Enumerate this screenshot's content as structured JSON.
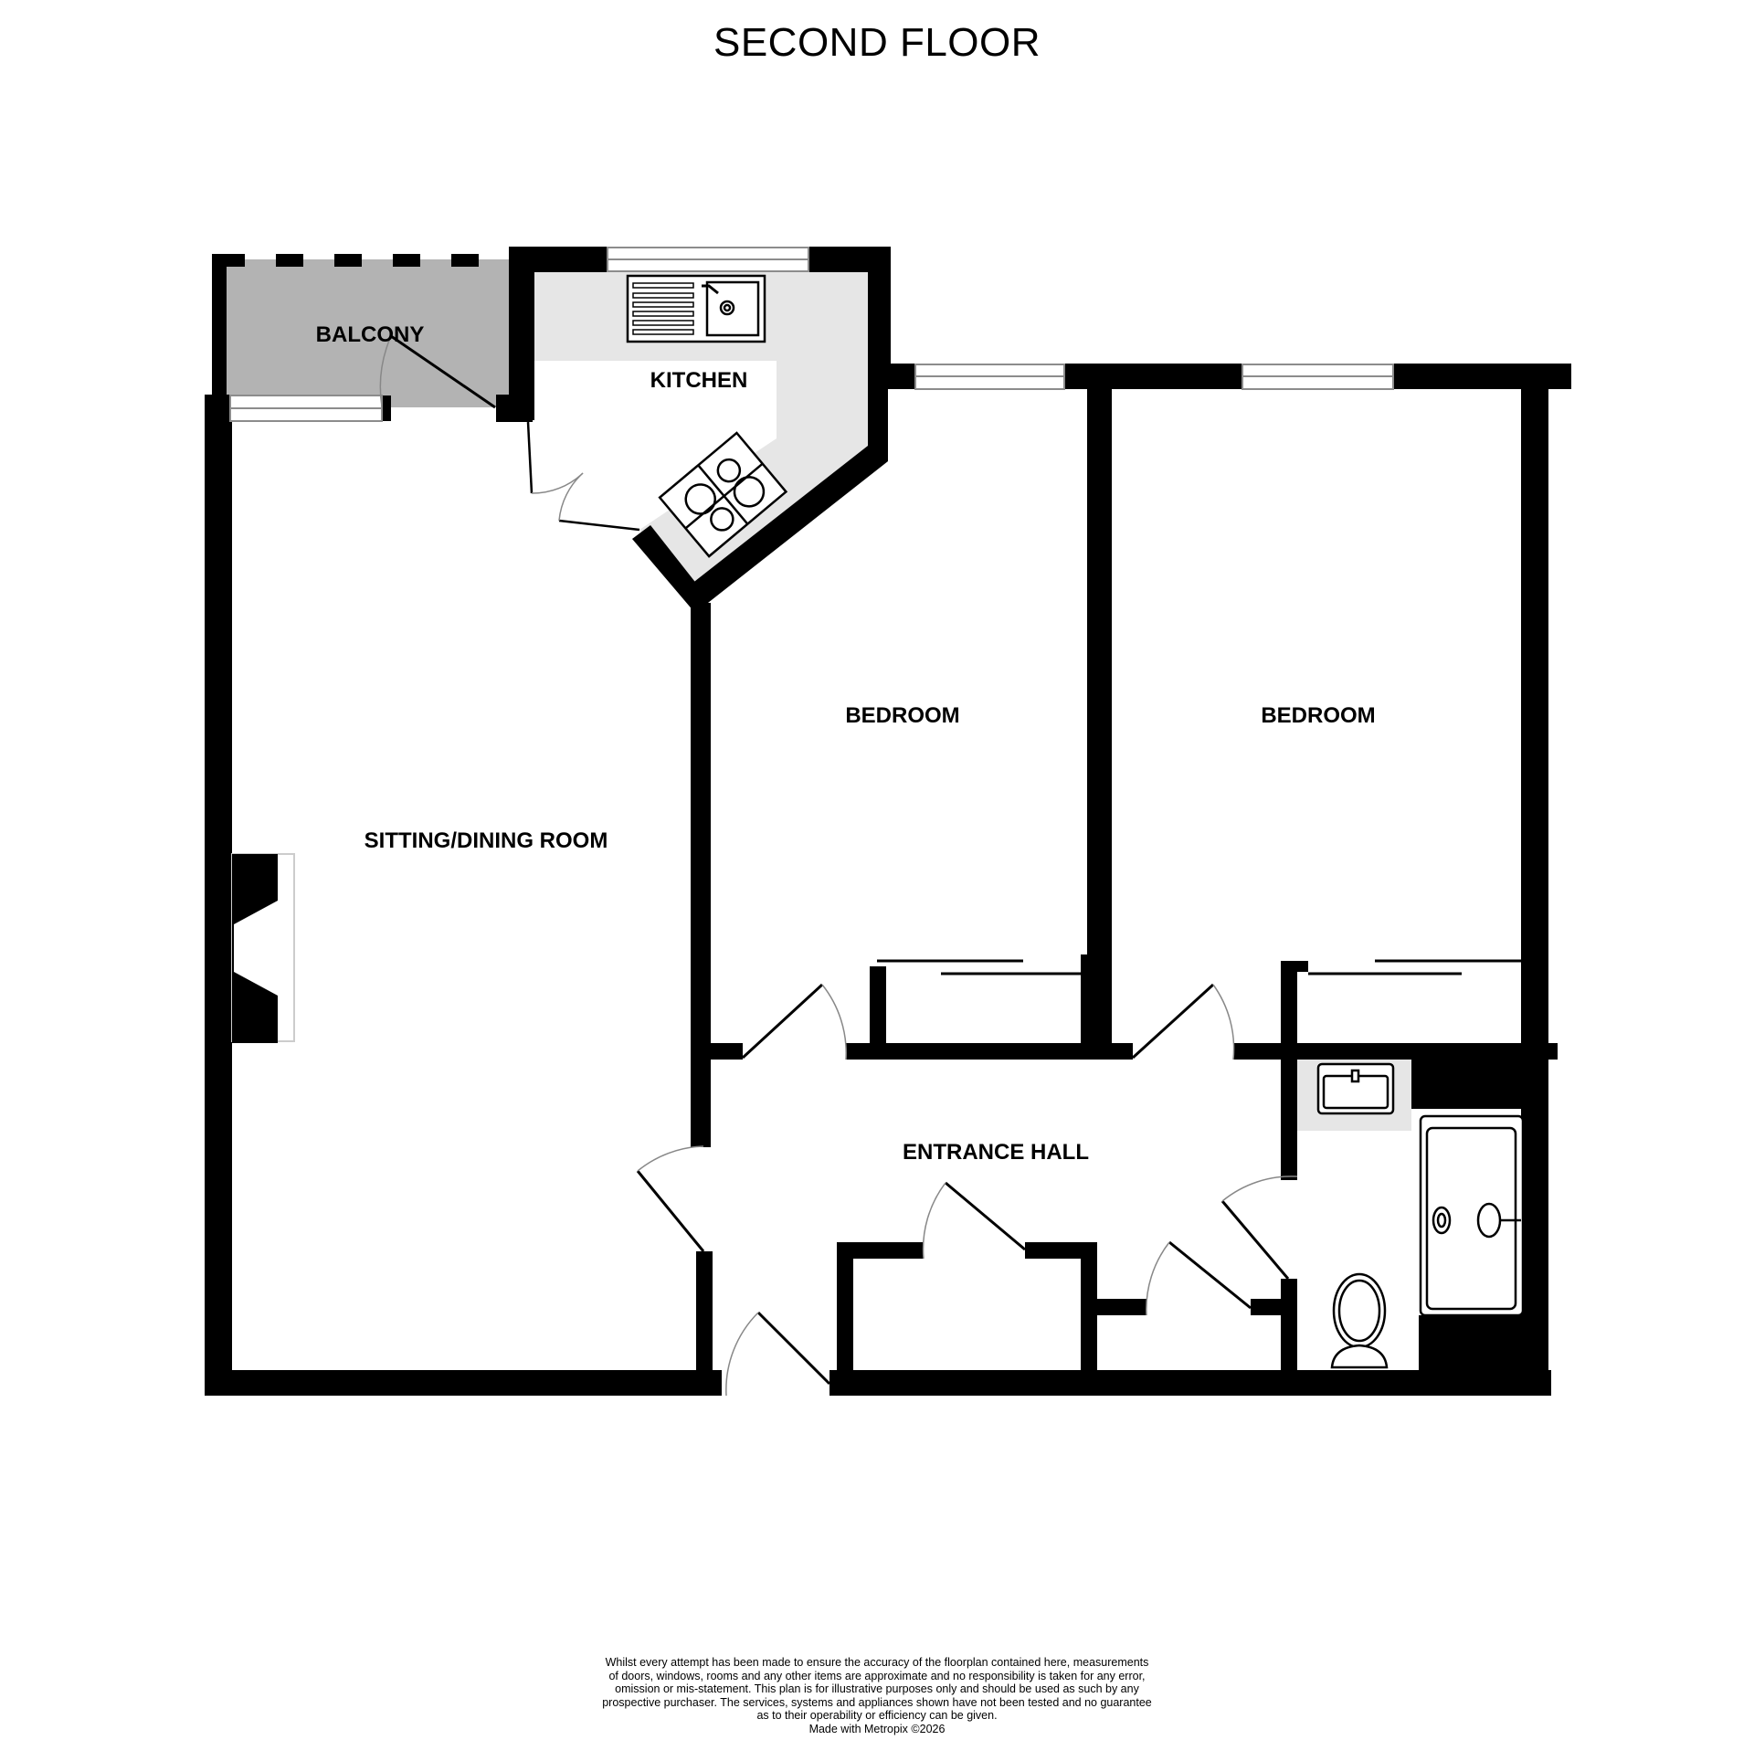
{
  "title": "SECOND FLOOR",
  "rooms": {
    "balcony": "BALCONY",
    "kitchen": "KITCHEN",
    "sitting_dining": "SITTING/DINING ROOM",
    "bedroom_1": "BEDROOM",
    "bedroom_2": "BEDROOM",
    "entrance_hall": "ENTRANCE HALL"
  },
  "fixtures": [
    "sink-icon",
    "hob-icon",
    "fireplace-icon",
    "wash-basin-icon",
    "bath-icon",
    "toilet-icon",
    "wardrobe-icon"
  ],
  "colors": {
    "wall": "#000000",
    "balcony_fill": "#b3b3b3",
    "worktop_fill": "#e6e6e6",
    "window": "#8c8c8c"
  },
  "disclaimer": {
    "lines": [
      "Whilst every attempt has been made to ensure the accuracy of the floorplan contained here, measurements",
      "of doors, windows, rooms and any other items are approximate and no responsibility is taken for any error,",
      "omission or mis-statement. This plan is for illustrative purposes only and should be used as such by any",
      "prospective purchaser. The services, systems and appliances shown have not been tested and no guarantee",
      "as to their operability or efficiency can be given."
    ],
    "credit": "Made with Metropix ©2026"
  }
}
